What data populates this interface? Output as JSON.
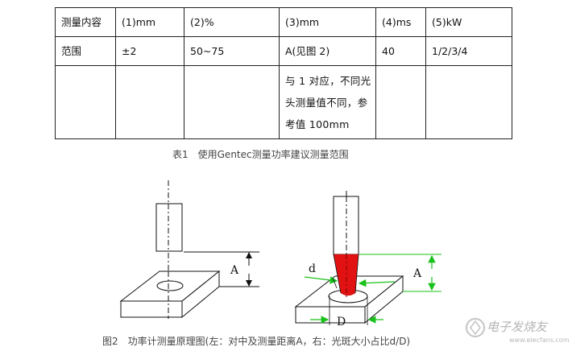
{
  "table": {
    "header": [
      "测量内容",
      "(1)mm",
      "(2)%",
      "(3)mm",
      "(4)ms",
      "(5)kW"
    ],
    "range_row": [
      "范围",
      "±2",
      "50~75",
      "A(见图 2)",
      "40",
      "1/2/3/4"
    ],
    "note_lines": [
      "与 1 对应，不同光",
      "头测量值不同，参",
      "考值 100mm"
    ]
  },
  "caption_table": "表1　使用Gentec测量功率建议测量范围",
  "caption_figure": "图2　功率计测量原理图(左：对中及测量距离A，右：光斑大小占比d/D)",
  "diagram": {
    "label_A_left": "A",
    "label_A_right": "A",
    "label_d": "d",
    "label_D": "D",
    "beam_color": "#e31212",
    "arrow_color": "#19c21a"
  },
  "watermark": {
    "text": "电子发烧友",
    "sub": "www.elecfans.com"
  }
}
